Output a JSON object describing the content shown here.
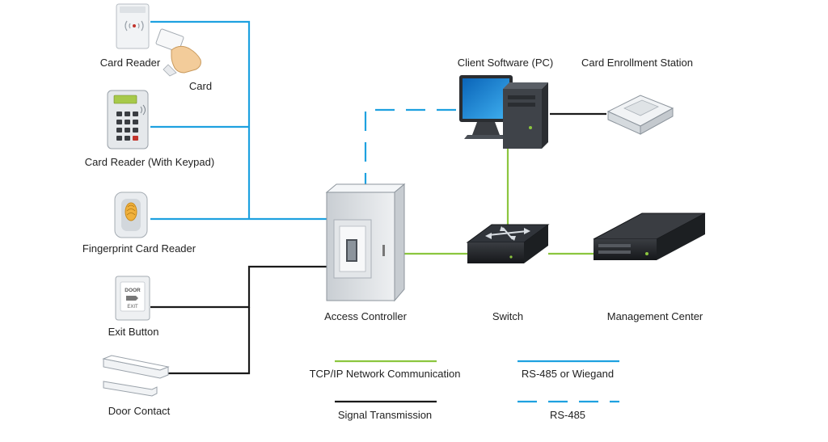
{
  "devices": {
    "card_reader": "Card Reader",
    "card": "Card",
    "card_reader_keypad": "Card Reader (With Keypad)",
    "fingerprint_reader": "Fingerprint Card Reader",
    "exit_button": "Exit Button",
    "door_contact": "Door Contact",
    "access_controller": "Access Controller",
    "client_software": "Client Software (PC)",
    "card_enrollment": "Card Enrollment Station",
    "switch": "Switch",
    "management_center": "Management Center"
  },
  "device_text": {
    "door_sign_top": "DOOR",
    "door_sign_bottom": "EXIT"
  },
  "legend": {
    "tcpip": "TCP/IP Network Communication",
    "signal": "Signal Transmission",
    "rs485_wiegand": "RS-485 or Wiegand",
    "rs485": "RS-485"
  },
  "colors": {
    "rs485_blue": "#1ea1e0",
    "tcpip_green": "#8cc63f",
    "signal_black": "#1a1a1a"
  }
}
